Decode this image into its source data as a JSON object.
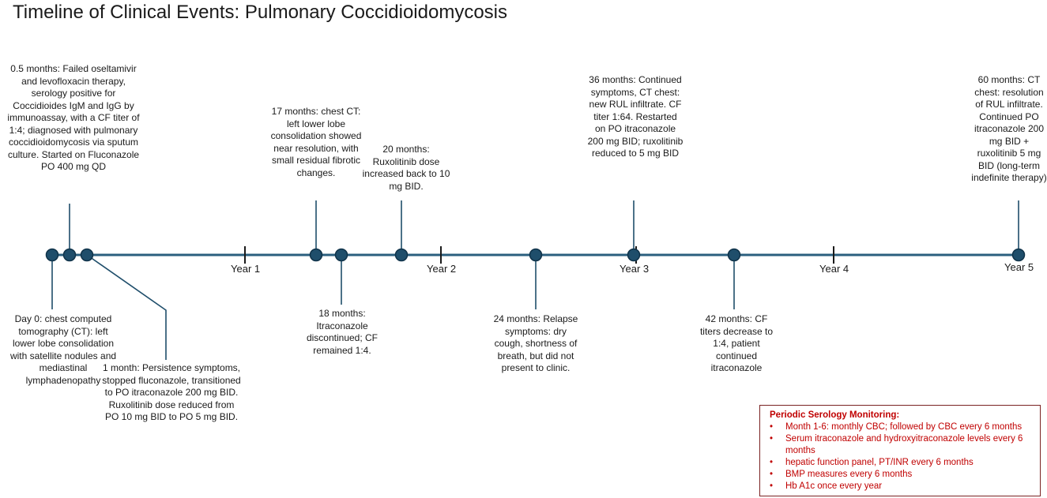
{
  "title": "Timeline of Clinical Events: Pulmonary Coccidioidomycosis",
  "colors": {
    "line": "#2b5f7e",
    "dot": "#1f4e6b",
    "connector": "#1f4e6b",
    "monitor_text": "#c00000"
  },
  "years": [
    "Year 1",
    "Year 2",
    "Year 3",
    "Year 4",
    "Year 5"
  ],
  "events": [
    {
      "month": 0,
      "label": "Day 0: chest computed tomography (CT): left lower lobe consolidation with satellite nodules and mediastinal lymphadenopathy"
    },
    {
      "month": 0.5,
      "label": "0.5 months: Failed oseltamivir and levofloxacin therapy, serology positive for Coccidioides IgM and IgG by immunoassay, with a CF titer of 1:4; diagnosed with pulmonary coccidioidomycosis via sputum culture. Started on Fluconazole PO 400 mg QD"
    },
    {
      "month": 1,
      "label": "1 month: Persistence symptoms, stopped fluconazole, transitioned to PO itraconazole 200 mg BID. Ruxolitinib dose reduced from PO 10 mg BID to PO 5 mg BID."
    },
    {
      "month": 17,
      "label": "17 months: chest CT: left lower lobe consolidation showed near resolution, with small residual fibrotic changes."
    },
    {
      "month": 18,
      "label": "18 months: Itraconazole discontinued; CF remained 1:4."
    },
    {
      "month": 20,
      "label": "20 months: Ruxolitinib dose increased back to 10 mg BID."
    },
    {
      "month": 24,
      "label": "24 months: Relapse symptoms: dry cough, shortness of breath, but did not present to clinic."
    },
    {
      "month": 36,
      "label": "36 months: Continued symptoms, CT chest: new RUL infiltrate. CF titer 1:64. Restarted on PO itraconazole 200 mg BID; ruxolitinib reduced to 5 mg BID"
    },
    {
      "month": 42,
      "label": "42 months: CF titers decrease to 1:4, patient continued itraconazole"
    },
    {
      "month": 60,
      "label": "60 months: CT chest: resolution of RUL infiltrate. Continued PO itraconazole 200 mg BID + ruxolitinib 5 mg BID (long-term indefinite therapy)"
    }
  ],
  "monitoring": {
    "title": "Periodic Serology Monitoring:",
    "items": [
      "Month 1-6: monthly CBC; followed by CBC every 6 months",
      "Serum itraconazole and hydroxyitraconazole levels every 6 months",
      "hepatic function panel, PT/INR every 6 months",
      "BMP measures every 6 months",
      "Hb A1c once every year"
    ]
  }
}
